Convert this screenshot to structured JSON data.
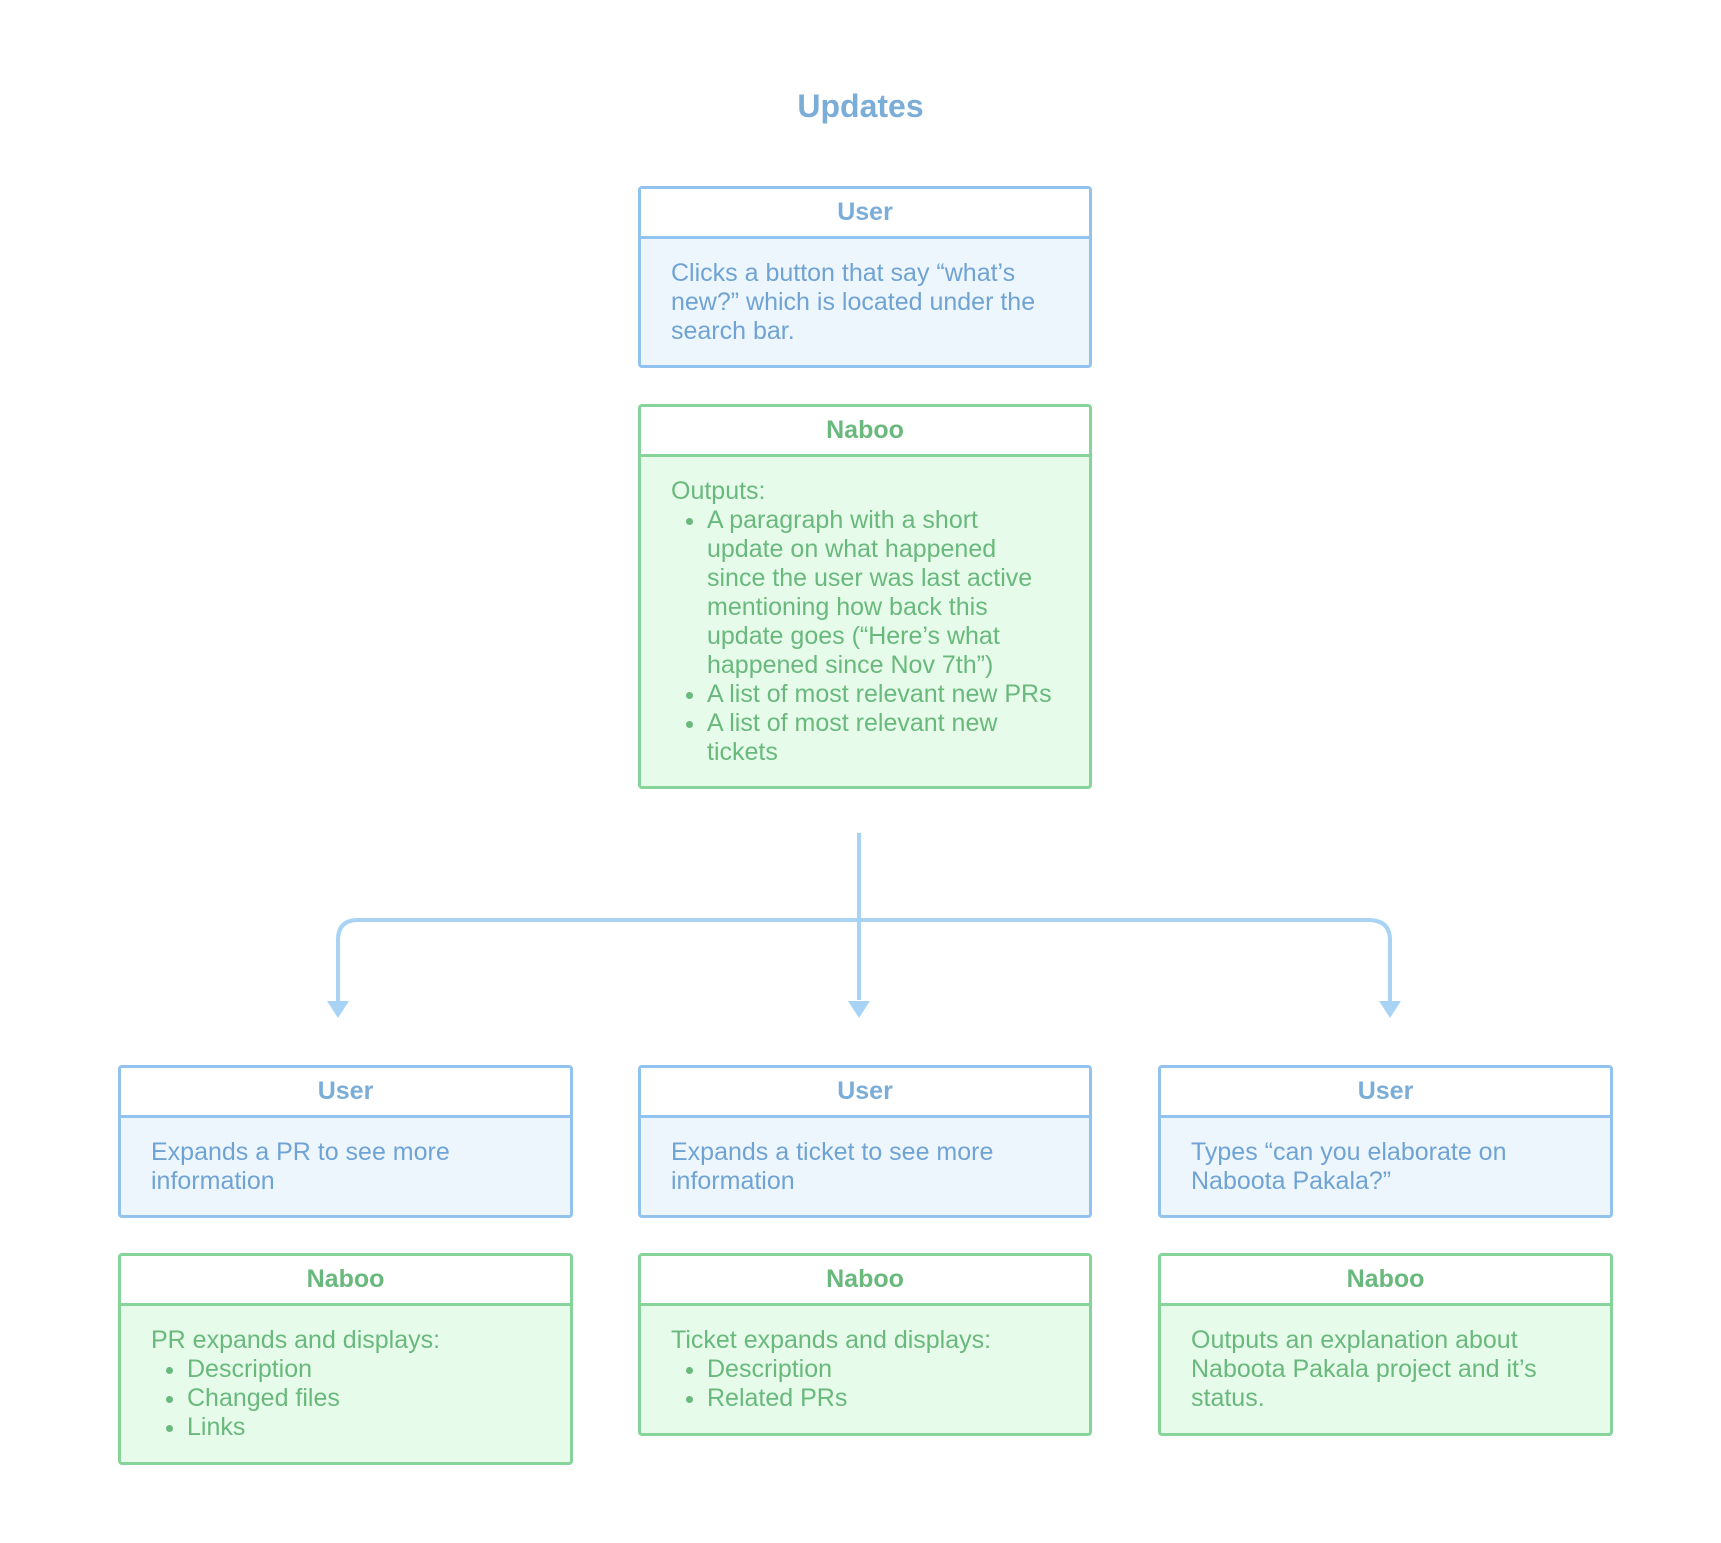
{
  "title": "Updates",
  "colors": {
    "user_border": "#92c2ee",
    "user_fill": "#eef6fd",
    "user_text": "#6fa3d4",
    "naboo_border": "#86d49a",
    "naboo_fill": "#e6fbea",
    "naboo_text": "#69b97d",
    "connector": "#a9d3f5"
  },
  "top": {
    "user": {
      "header": "User",
      "text": "Clicks a button that say “what’s new?” which is located under the search bar."
    },
    "naboo": {
      "header": "Naboo",
      "intro": "Outputs:",
      "items": [
        "A paragraph with a short update on what happened since the user was last active mentioning how back this update goes (“Here’s what happened since Nov 7th”)",
        "A list of most relevant new PRs",
        "A list of most relevant new tickets"
      ]
    }
  },
  "branches": [
    {
      "user": {
        "header": "User",
        "text": "Expands a PR to see more information"
      },
      "naboo": {
        "header": "Naboo",
        "intro": "PR expands and displays:",
        "items": [
          "Description",
          "Changed files",
          "Links"
        ]
      }
    },
    {
      "user": {
        "header": "User",
        "text": "Expands a ticket to see more information"
      },
      "naboo": {
        "header": "Naboo",
        "intro": "Ticket expands and displays:",
        "items": [
          "Description",
          "Related PRs"
        ]
      }
    },
    {
      "user": {
        "header": "User",
        "text": "Types “can you elaborate on Naboota Pakala?”"
      },
      "naboo": {
        "header": "Naboo",
        "intro": "Outputs an explanation about Naboota Pakala project and it’s status.",
        "items": []
      }
    }
  ]
}
